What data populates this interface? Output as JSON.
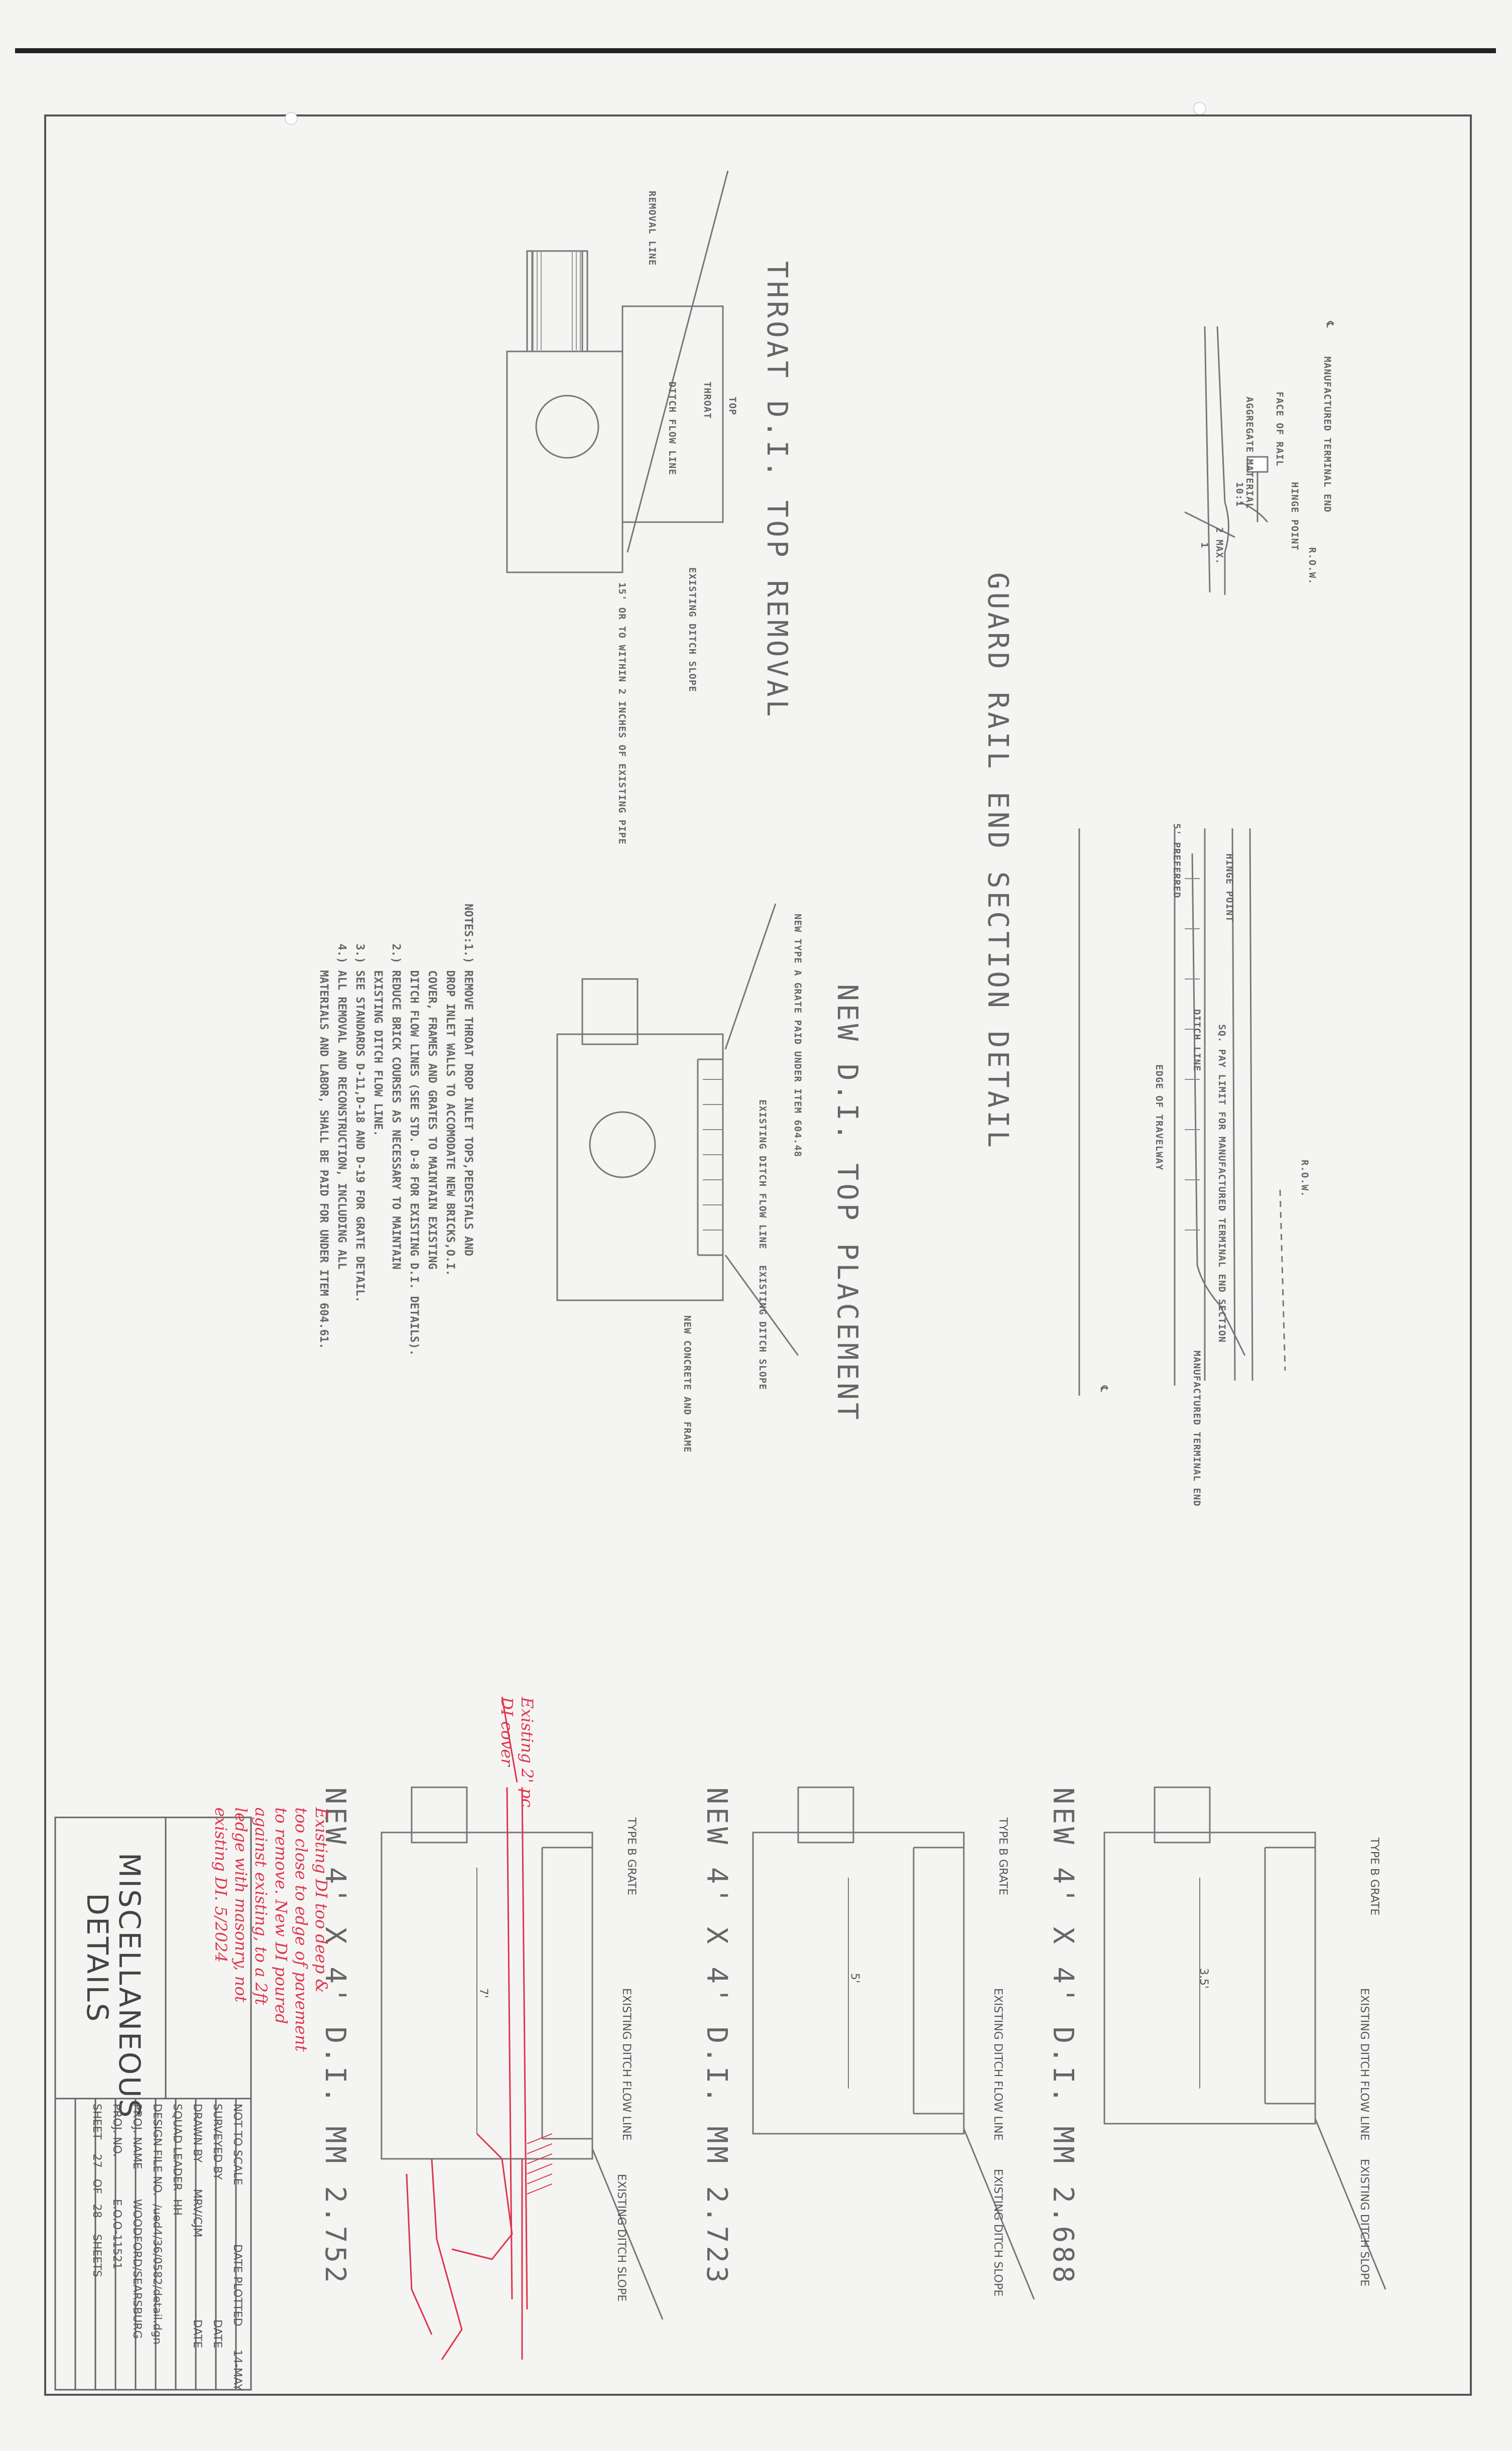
{
  "details": {
    "guardrail": {
      "title": "GUARD RAIL END SECTION DETAIL",
      "labels": {
        "cl_top": "℄",
        "cl_bottom": "℄",
        "mfg_terminal_end": "MANUFACTURED TERMINAL END",
        "mfg_terminal_end_2": "MANUFACTURED TERMINAL END",
        "row": "R.O.W.",
        "row_2": "R.O.W.",
        "face_of_rail": "FACE OF RAIL",
        "hinge_point": "HINGE POINT",
        "hinge_point_2": "HINGE POINT",
        "aggregate": "AGGREGATE MATERIAL",
        "slope_10_1": "10:1",
        "slope_2_max": "2 MAX.",
        "slope_1": "1",
        "sq_pay_limit": "SQ. PAY LIMIT FOR MANUFACTURED TERMINAL END SECTION",
        "ditch_line": "DITCH LINE",
        "edge_travelway": "EDGE OF TRAVELWAY",
        "preferred": "5' PREFERRED"
      }
    },
    "throat_removal": {
      "title": "THROAT D.I. TOP REMOVAL",
      "labels": {
        "removal_line": "REMOVAL LINE",
        "top": "TOP",
        "throat": "THROAT",
        "ditch_flow_line": "DITCH FLOW LINE",
        "existing_ditch_slope": "EXISTING DITCH SLOPE",
        "within_inches": "15' OR TO WITHIN 2 INCHES OF EXISTING PIPE"
      }
    },
    "new_top": {
      "title": "NEW D.I. TOP PLACEMENT",
      "labels": {
        "new_grate": "NEW TYPE A GRATE PAID UNDER ITEM 604.48",
        "existing_ditch_flow": "EXISTING DITCH FLOW LINE",
        "existing_ditch_slope": "EXISTING DITCH SLOPE",
        "new_concrete": "NEW CONCRETE AND FRAME"
      }
    },
    "notes": {
      "text": "NOTES:1.) REMOVE THROAT DROP INLET TOPS,PEDESTALS AND\n          DROP INLET WALLS TO ACCOMODATE NEW BRICKS,O.I.\n          COVER, FRAMES AND GRATES TO MAINTAIN EXISTING\n          DITCH FLOW LINES (SEE STD. D-8 FOR EXISTING D.I. DETAILS).\n      2.) REDUCE BRICK COURSES AS NECESSARY TO MAINTAIN\n          EXISTING DITCH FLOW LINE.\n      3.) SEE STANDARDS D-11,D-18 AND D-19 FOR GRATE DETAIL.\n      4.) ALL REMOVAL AND RECONSTRUCTION, INCLUDING ALL\n          MATERIALS AND LABOR, SHALL BE PAID FOR UNDER ITEM 604.61."
    },
    "di_details": [
      {
        "title": "NEW 4' X 4' D.I. MM 2.688",
        "type_b_grate": "TYPE B GRATE",
        "existing_ditch_flow_line": "EXISTING DITCH FLOW LINE",
        "existing_ditch_slope": "EXISTING DITCH SLOPE",
        "dim": "3.5'"
      },
      {
        "title": "NEW 4' X 4' D.I. MM 2.723",
        "type_b_grate": "TYPE B GRATE",
        "existing_ditch_flow_line": "EXISTING DITCH FLOW LINE",
        "existing_ditch_slope": "EXISTING DITCH SLOPE",
        "dim": "5'"
      },
      {
        "title": "NEW 4' X 4' D.I. MM 2.752",
        "type_b_grate": "TYPE B GRATE",
        "existing_ditch_flow_line": "EXISTING DITCH FLOW LINE",
        "existing_ditch_slope": "EXISTING DITCH SLOPE",
        "dim": "7'"
      }
    ]
  },
  "annotations": {
    "red_short": "Existing 2' pc\nDI cover",
    "red_long": "Existing DI too deep &\ntoo close to edge of pavement\nto remove. New DI poured\nagainst existing, to a 2ft\nledge with masonry, not\nexisting DI. 5/2024"
  },
  "title_block": {
    "sheet_title": "MISCELLANEOUS DETAILS",
    "scale": "NOT TO SCALE",
    "date_plotted_label": "DATE PLOTTED",
    "date_plotted": "14-MAY",
    "surveyed_by": "SURVEYED BY",
    "drawn_by": "DRAWN BY",
    "drawn_by_value": "MRV/CJM",
    "squad_leader": "SQUAD LEADER",
    "squad_leader_value": "HH",
    "date_label_1": "DATE",
    "date_label_2": "DATE",
    "design_file": "DESIGN FILE NO.",
    "design_file_value": "/ued4/36/0582/detail.dgn",
    "proj_name": "PROJ. NAME",
    "proj_name_value": "WOODFORD/SEARSBURG",
    "proj_no": "PROJ. NO.",
    "proj_no_value": "E.O.O-11521",
    "sheet": "SHEET",
    "sheet_no": "27",
    "of": "OF",
    "sheets_total": "28",
    "sheets": "SHEETS"
  }
}
